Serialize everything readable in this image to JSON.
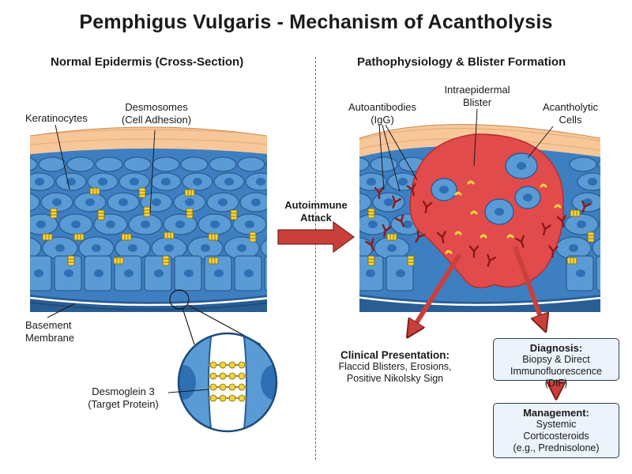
{
  "title": "Pemphigus Vulgaris - Mechanism of Acantholysis",
  "left_panel": {
    "subtitle": "Normal Epidermis (Cross-Section)",
    "labels": {
      "keratinocytes": "Keratinocytes",
      "desmosomes": "Desmosomes",
      "desmosomes_sub": "(Cell Adhesion)",
      "basement": "Basement",
      "basement_sub": "Membrane",
      "desmoglein": "Desmoglein 3",
      "desmoglein_sub": "(Target Protein)"
    }
  },
  "arrow_label": {
    "line1": "Autoimmune",
    "line2": "Attack"
  },
  "right_panel": {
    "subtitle": "Pathophysiology & Blister Formation",
    "labels": {
      "blister": "Intraepidermal",
      "blister_sub": "Blister",
      "autoantibodies": "Autoantibodies",
      "autoantibodies_sub": "(IgG)",
      "acantholytic": "Acantholytic",
      "acantholytic_sub": "Cells"
    },
    "clinical": {
      "heading": "Clinical Presentation:",
      "line1": "Flaccid Blisters, Erosions,",
      "line2": "Positive Nikolsky Sign"
    },
    "diagnosis": {
      "heading": "Diagnosis:",
      "line1": "Biopsy & Direct",
      "line2": "Immunofluorescence (DIF)"
    },
    "management": {
      "heading": "Management:",
      "line1": "Systemic",
      "line2": "Corticosteroids",
      "line3": "(e.g., Prednisolone)"
    }
  },
  "colors": {
    "cell_fill": "#5b9bd5",
    "cell_stroke": "#2a5d94",
    "nucleus": "#2f6fb3",
    "stratum_corneum": "#f7c79a",
    "desmosome": "#f2d43c",
    "blister": "#e24b4b",
    "arrow": "#c9403a",
    "box_fill": "#ecf3fb"
  }
}
